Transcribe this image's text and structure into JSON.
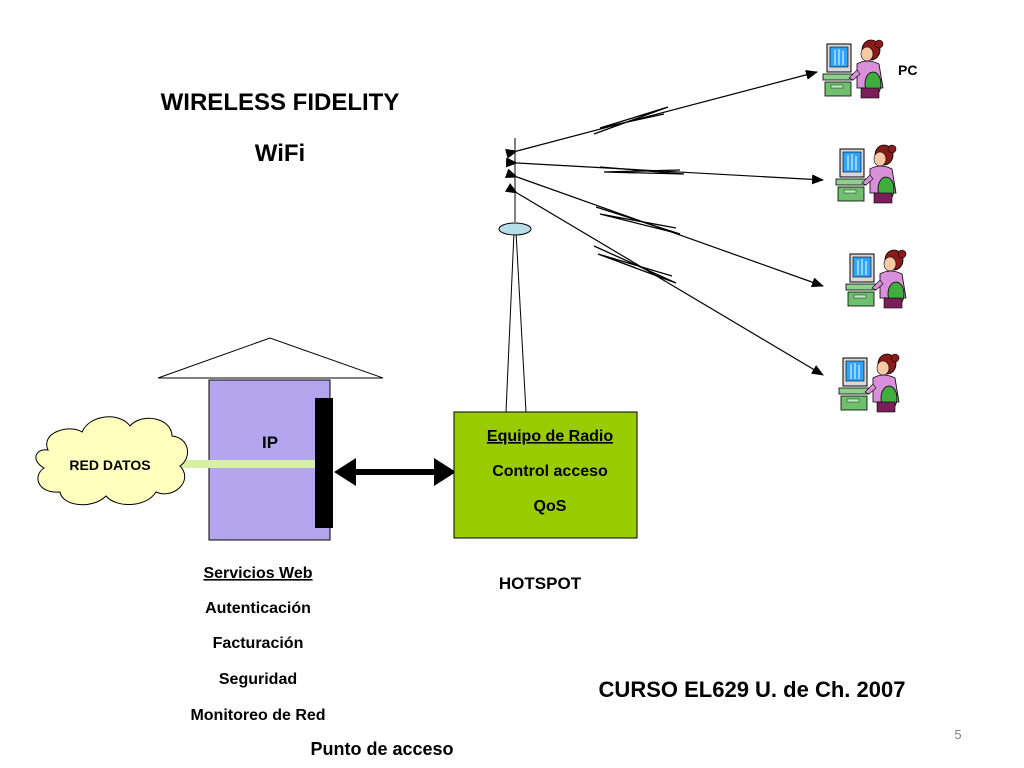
{
  "title": {
    "line1": "WIRELESS  FIDELITY",
    "line2": "WiFi"
  },
  "cloud_label": "RED DATOS",
  "ip_box": {
    "label": "IP"
  },
  "services": [
    "Servicios Web",
    "Autenticación",
    "Facturación",
    "Seguridad",
    "Monitoreo de Red"
  ],
  "access_point_caption": "Punto de acceso",
  "radio_box": {
    "lines": [
      "Equipo de Radio",
      "Control acceso",
      "QoS"
    ]
  },
  "hotspot_label": "HOTSPOT",
  "pc_label": "PC",
  "course_label": "CURSO  EL629   U. de Ch.  2007",
  "page_number": "5",
  "colors": {
    "ip_box_fill": "#b3a6ef",
    "cloud_fill": "#ffffbe",
    "link_band": "#d8f0a6",
    "radio_box_fill": "#99cc00",
    "antenna_base": "#b7dde8"
  }
}
